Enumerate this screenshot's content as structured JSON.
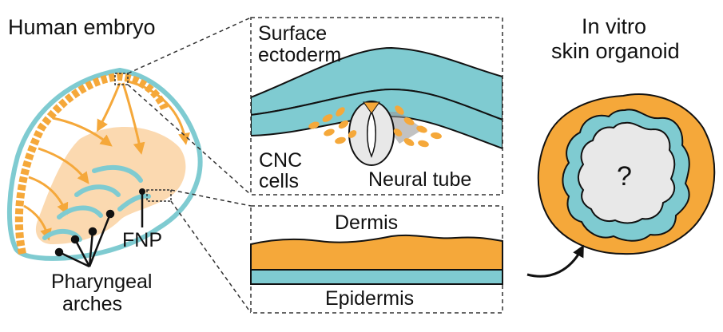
{
  "labels": {
    "human_embryo": "Human embryo",
    "fnp": "FNP",
    "pharyngeal_line1": "Pharyngeal",
    "pharyngeal_line2": "arches",
    "surface_line1": "Surface",
    "surface_line2": "ectoderm",
    "cnc_line1": "CNC",
    "cnc_line2": "cells",
    "neural_tube": "Neural tube",
    "dermis": "Dermis",
    "epidermis": "Epidermis",
    "in_vitro_line1": "In vitro",
    "in_vitro_line2": "skin organoid",
    "question_mark": "?"
  },
  "colors": {
    "orange": "#f5a83a",
    "light_orange": "#fbd9b0",
    "teal": "#7fcbd1",
    "gray_fill": "#e8e8e8",
    "outline": "#111111",
    "dash": "#333333"
  }
}
